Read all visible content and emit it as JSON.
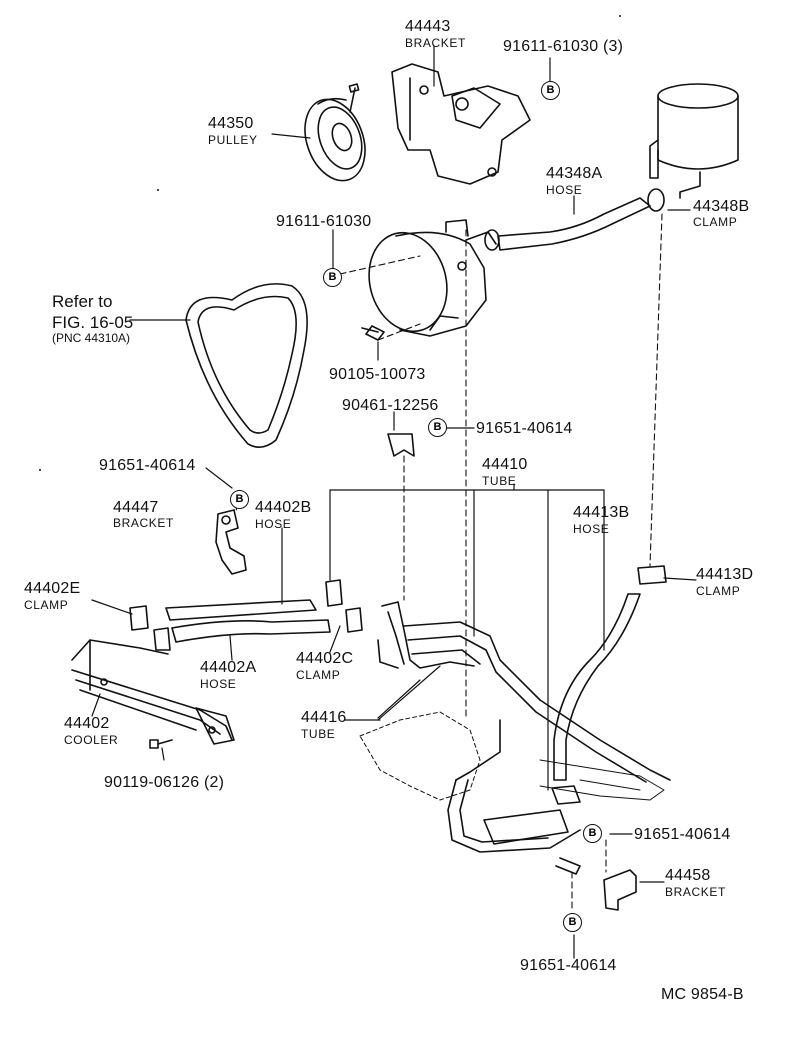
{
  "diagram_id": "MC  9854-B",
  "bolt_symbol": "B",
  "parts": {
    "p44443": {
      "number": "44443",
      "name": "BRACKET"
    },
    "p9161161030_3": {
      "number": "91611-61030 (3)"
    },
    "p44350": {
      "number": "44350",
      "name": "PULLEY"
    },
    "p44348A": {
      "number": "44348A",
      "name": "HOSE"
    },
    "p44348B": {
      "number": "44348B",
      "name": "CLAMP"
    },
    "p9161161030": {
      "number": "91611-61030"
    },
    "refer": {
      "line1": "Refer to",
      "line2": "FIG. 16-05",
      "line3": "(PNC 44310A)"
    },
    "p9010510073": {
      "number": "90105-10073"
    },
    "p9046112256": {
      "number": "90461-12256"
    },
    "p9165140614_a": {
      "number": "91651-40614"
    },
    "p9165140614_b": {
      "number": "91651-40614"
    },
    "p44410": {
      "number": "44410",
      "name": "TUBE"
    },
    "p44447": {
      "number": "44447",
      "name": "BRACKET"
    },
    "p44402B": {
      "number": "44402B",
      "name": "HOSE"
    },
    "p44413B": {
      "number": "44413B",
      "name": "HOSE"
    },
    "p44402E": {
      "number": "44402E",
      "name": "CLAMP"
    },
    "p44413D": {
      "number": "44413D",
      "name": "CLAMP"
    },
    "p44402A": {
      "number": "44402A",
      "name": "HOSE"
    },
    "p44402C": {
      "number": "44402C",
      "name": "CLAMP"
    },
    "p44402": {
      "number": "44402",
      "name": "COOLER"
    },
    "p44416": {
      "number": "44416",
      "name": "TUBE"
    },
    "p9011906126": {
      "number": "90119-06126 (2)"
    },
    "p9165140614_c": {
      "number": "91651-40614"
    },
    "p44458": {
      "number": "44458",
      "name": "BRACKET"
    },
    "p9165140614_d": {
      "number": "91651-40614"
    }
  }
}
